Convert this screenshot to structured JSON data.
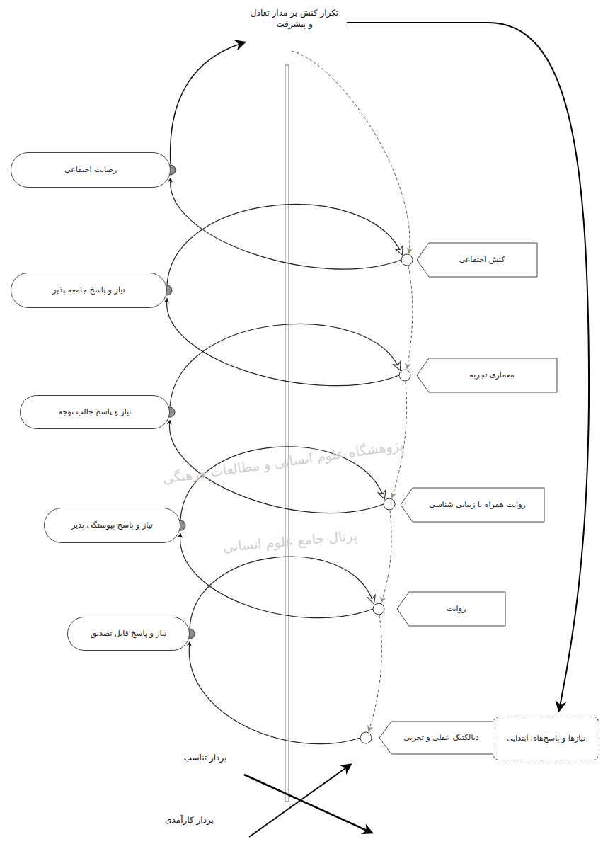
{
  "diagram": {
    "nodes": [
      {
        "text": [
          "رضایت اجتماعی"
        ]
      },
      {
        "text": [
          "کنش اجتماعی"
        ]
      },
      {
        "text": [
          "نیاز و پاسخ جامعه پذیر"
        ]
      },
      {
        "text": [
          "معماری تجربه"
        ]
      },
      {
        "text": [
          "نیاز و پاسخ جالب توجه"
        ]
      },
      {
        "text": [
          "روایت همراه با زیبایی شناسی"
        ]
      },
      {
        "text": [
          "نیاز و پاسخ پیوستگی پذیر"
        ]
      },
      {
        "text": [
          "روایت"
        ]
      },
      {
        "text": [
          "نیاز و پاسخ قابل تصدیق"
        ]
      },
      {
        "text": [
          "دیالکتیک عقلی و تجربی"
        ]
      },
      {
        "text": [
          "نیازها و پاسخ‌های ابتدایی"
        ]
      }
    ],
    "labels": [
      "تکرار کنش بر مدار تعادل و پیشرفت",
      "بردار تناسب",
      "بردار کارآمدی",
      "پژوهشگاه علوم انسانی و مطالعات فرهنگی",
      "پرتال جامع علوم انسانی"
    ]
  }
}
